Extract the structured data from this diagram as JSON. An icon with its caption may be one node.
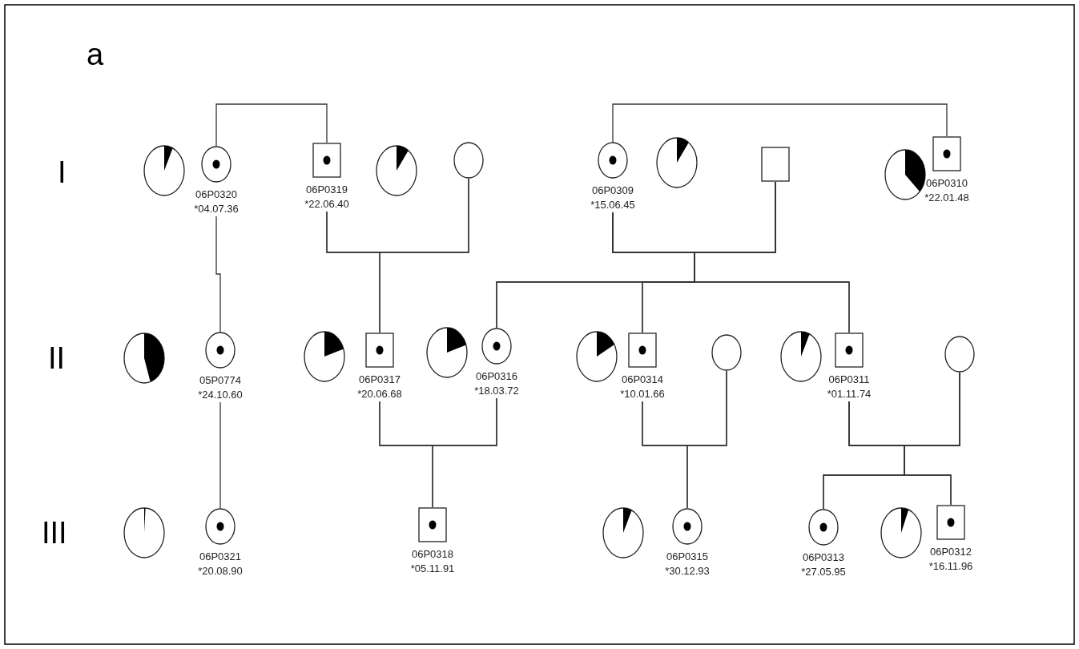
{
  "diagram": {
    "nodes": [
      {
        "text": [
          "06P0320",
          "*04.07.36"
        ]
      },
      {
        "text": [
          "06P0319",
          "*22.06.40"
        ]
      },
      {
        "text": [],
        "shape": "circle"
      },
      {
        "text": [
          "06P0309",
          "*15.06.45"
        ]
      },
      {
        "text": [],
        "shape": "box"
      },
      {
        "text": [
          "06P0310",
          "*22.01.48"
        ]
      },
      {
        "text": [
          "05P0774",
          "*24.10.60"
        ]
      },
      {
        "text": [
          "06P0317",
          "*20.06.68"
        ]
      },
      {
        "text": [
          "06P0316",
          "*18.03.72"
        ]
      },
      {
        "text": [
          "06P0314",
          "*10.01.66"
        ]
      },
      {
        "text": [],
        "shape": "circle"
      },
      {
        "text": [
          "06P0311",
          "*01.11.74"
        ]
      },
      {
        "text": [],
        "shape": "circle"
      },
      {
        "text": [
          "06P0321",
          "*20.08.90"
        ]
      },
      {
        "text": [
          "06P0318",
          "*05.11.91"
        ]
      },
      {
        "text": [
          "06P0315",
          "*30.12.93"
        ]
      },
      {
        "text": [
          "06P0313",
          "*27.05.95"
        ]
      },
      {
        "text": [
          "06P0312",
          "*16.11.96"
        ]
      }
    ],
    "edges": [
      {
        "from": 0,
        "to": 1,
        "arrow": "none"
      },
      {
        "from": 3,
        "to": 5,
        "arrow": "none"
      },
      {
        "from": 1,
        "to": 2,
        "arrow": "none"
      },
      {
        "from": 3,
        "to": 4,
        "arrow": "none"
      },
      {
        "from": 0,
        "to": 6,
        "arrow": "none"
      },
      {
        "from": 1,
        "to": 7,
        "arrow": "none"
      },
      {
        "from": 2,
        "to": 7,
        "arrow": "none"
      },
      {
        "from": 3,
        "to": 8,
        "arrow": "none"
      },
      {
        "from": 3,
        "to": 9,
        "arrow": "none"
      },
      {
        "from": 3,
        "to": 11,
        "arrow": "none"
      },
      {
        "from": 4,
        "to": 8,
        "arrow": "none"
      },
      {
        "from": 4,
        "to": 9,
        "arrow": "none"
      },
      {
        "from": 4,
        "to": 11,
        "arrow": "none"
      },
      {
        "from": 7,
        "to": 8,
        "arrow": "none"
      },
      {
        "from": 9,
        "to": 10,
        "arrow": "none"
      },
      {
        "from": 11,
        "to": 12,
        "arrow": "none"
      },
      {
        "from": 6,
        "to": 13,
        "arrow": "none"
      },
      {
        "from": 7,
        "to": 14,
        "arrow": "none"
      },
      {
        "from": 8,
        "to": 14,
        "arrow": "none"
      },
      {
        "from": 9,
        "to": 15,
        "arrow": "none"
      },
      {
        "from": 10,
        "to": 15,
        "arrow": "none"
      },
      {
        "from": 11,
        "to": 16,
        "arrow": "none"
      },
      {
        "from": 11,
        "to": 17,
        "arrow": "none"
      },
      {
        "from": 12,
        "to": 16,
        "arrow": "none"
      },
      {
        "from": 12,
        "to": 17,
        "arrow": "none"
      }
    ],
    "labels": [
      "a",
      "I",
      "II",
      "III"
    ]
  }
}
